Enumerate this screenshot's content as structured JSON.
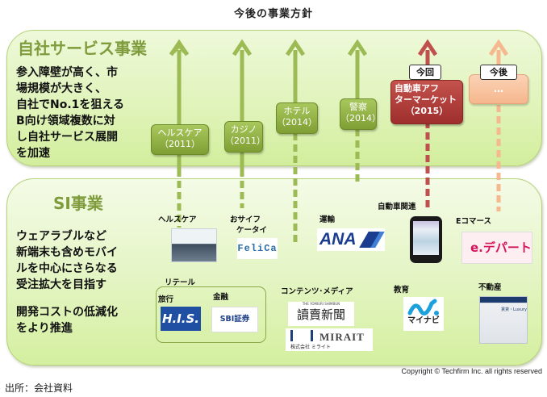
{
  "title": "今後の事業方針",
  "top_section": {
    "title": "自社サービス事業",
    "description": [
      "参入障壁が高く、市",
      "場規模が大きく、",
      "自社でNo.1を狙える",
      "B向け領域複数に対",
      "し自社サービス展開",
      "を加速"
    ],
    "milestones": [
      {
        "name": "ヘルスケア",
        "year": "（2011）",
        "status": "done"
      },
      {
        "name": "カジノ",
        "year": "（2011）",
        "status": "done"
      },
      {
        "name": "ホテル",
        "year": "（2014）",
        "status": "done"
      },
      {
        "name": "警察",
        "year": "（2014）",
        "status": "done"
      },
      {
        "name_line1": "自動車アフ",
        "name_line2": "ターマーケット",
        "year": "（2015）",
        "status": "current",
        "tag": "今回"
      },
      {
        "name": "…",
        "status": "future",
        "tag": "今後"
      }
    ]
  },
  "bottom_section": {
    "title": "SI事業",
    "description1": [
      "ウェアラブルなど",
      "新端末も含めモバイ",
      "ルを中心にさらなる",
      "受注拡大を目指す"
    ],
    "description2": [
      "開発コストの低減化",
      "をより推進"
    ],
    "categories": {
      "healthcare": "ヘルスケア",
      "osaifu_line1": "おサイフ",
      "osaifu_line2": "ケータイ",
      "transport": "運輸",
      "automotive": "自動車関連",
      "ecommerce": "Eコマース",
      "retail": "リテール",
      "travel": "旅行",
      "finance": "金融",
      "contents_media": "コンテンツ･メディア",
      "education": "教育",
      "real_estate": "不動産"
    },
    "logos": {
      "felica": "FeliCa",
      "ana": "ANA",
      "his": "H.I.S.",
      "sbi": "SBI証券",
      "yomiuri_sub": "THE YOMIURI SHIMBUN",
      "yomiuri": "讀賣新聞",
      "mirait": "MIRAIT",
      "mirait_sub": "株式会社 ミライト",
      "edepart": "e.デパート",
      "mynavi": "マイナビ",
      "realestate_site": "賃貸・Luxury"
    }
  },
  "colors": {
    "green_arrow": "#9cbb55",
    "red_arrow": "#c0504d",
    "orange_arrow": "#f6b98f",
    "title_green": "#7e9c3c"
  },
  "copyright": "Copyright © Techfirm Inc. all rights reserved",
  "source": "出所：会社資料"
}
